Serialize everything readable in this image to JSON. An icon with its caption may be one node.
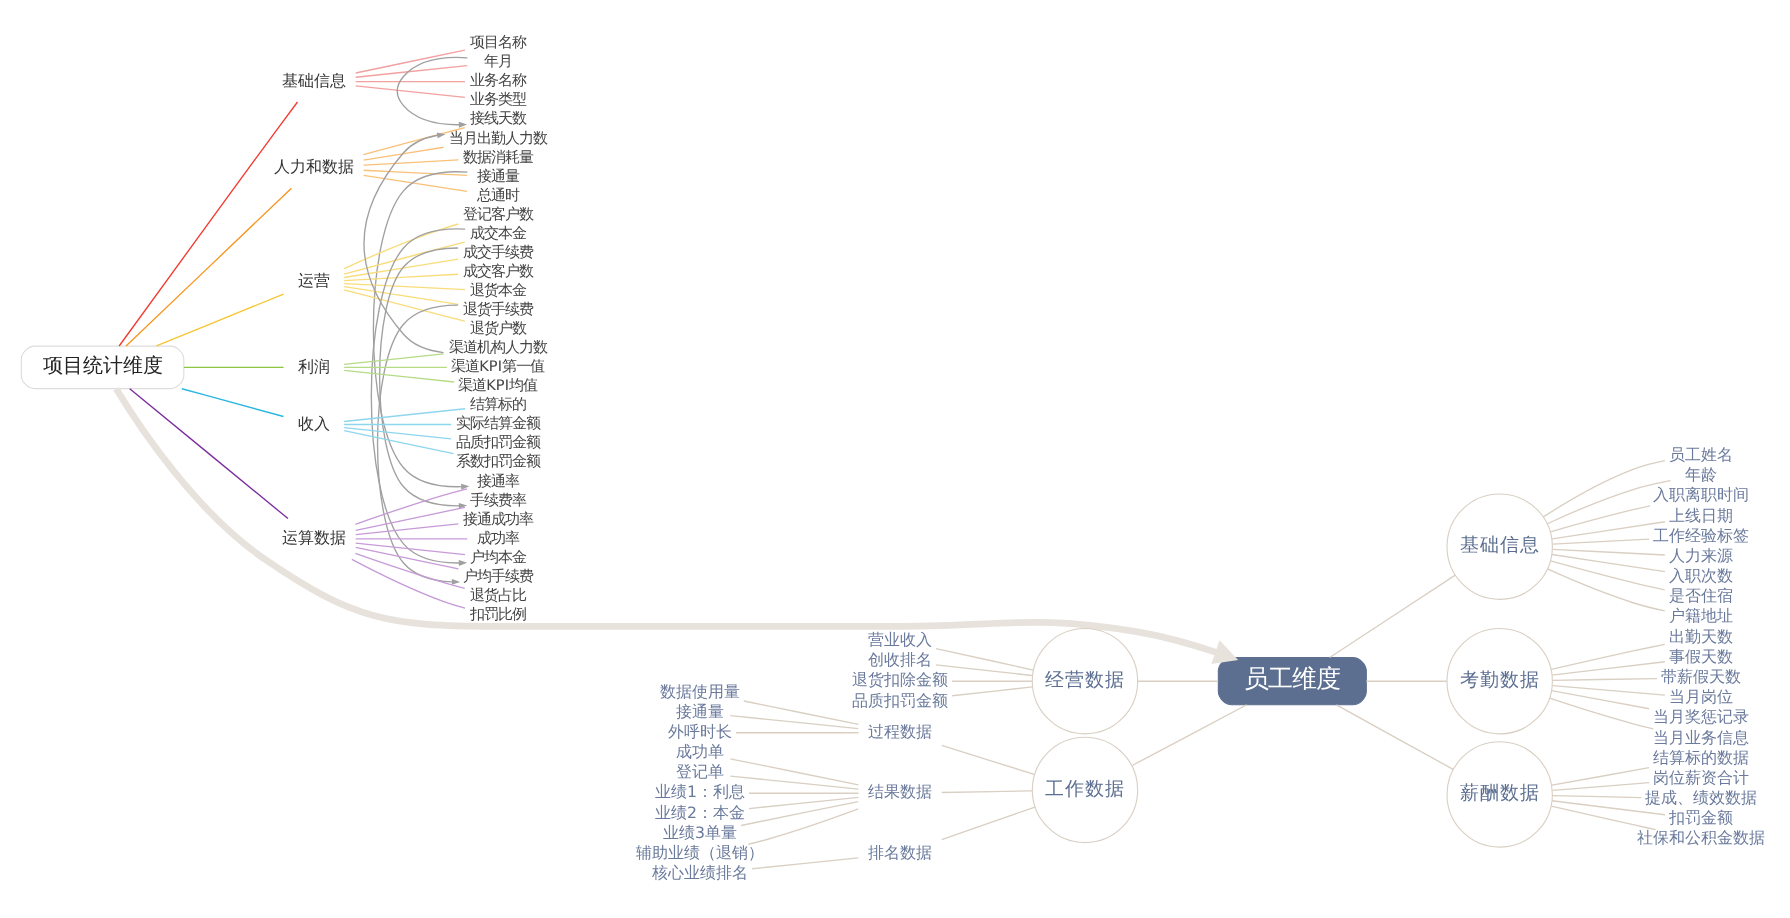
{
  "diagram": {
    "nodes": [
      {
        "text": [
          "项目统计维度"
        ]
      },
      {
        "text": [
          "基础信息"
        ]
      },
      {
        "text": [
          "项目名称"
        ]
      },
      {
        "text": [
          "年月"
        ]
      },
      {
        "text": [
          "业务名称"
        ]
      },
      {
        "text": [
          "业务类型"
        ]
      },
      {
        "text": [
          "人力和数据"
        ]
      },
      {
        "text": [
          "接线天数"
        ]
      },
      {
        "text": [
          "当月出勤人力数"
        ]
      },
      {
        "text": [
          "数据消耗量"
        ]
      },
      {
        "text": [
          "接通量"
        ]
      },
      {
        "text": [
          "总通时"
        ]
      },
      {
        "text": [
          "运营"
        ]
      },
      {
        "text": [
          "登记客户数"
        ]
      },
      {
        "text": [
          "成交本金"
        ]
      },
      {
        "text": [
          "成交手续费"
        ]
      },
      {
        "text": [
          "成交客户数"
        ]
      },
      {
        "text": [
          "退货本金"
        ]
      },
      {
        "text": [
          "退货手续费"
        ]
      },
      {
        "text": [
          "退货户数"
        ]
      },
      {
        "text": [
          "利润"
        ]
      },
      {
        "text": [
          "渠道机构人力数"
        ]
      },
      {
        "text": [
          "渠道KPI第一值"
        ]
      },
      {
        "text": [
          "渠道KPI均值"
        ]
      },
      {
        "text": [
          "收入"
        ]
      },
      {
        "text": [
          "结算标的"
        ]
      },
      {
        "text": [
          "实际结算金额"
        ]
      },
      {
        "text": [
          "品质扣罚金额"
        ]
      },
      {
        "text": [
          "系数扣罚金额"
        ]
      },
      {
        "text": [
          "运算数据"
        ]
      },
      {
        "text": [
          "接通率"
        ]
      },
      {
        "text": [
          "手续费率"
        ]
      },
      {
        "text": [
          "接通成功率"
        ]
      },
      {
        "text": [
          "成功率"
        ]
      },
      {
        "text": [
          "户均本金"
        ]
      },
      {
        "text": [
          "户均手续费"
        ]
      },
      {
        "text": [
          "退货占比"
        ]
      },
      {
        "text": [
          "扣罚比例"
        ]
      },
      {
        "text": [
          "员工维度"
        ]
      },
      {
        "text": [
          "经营数据"
        ]
      },
      {
        "text": [
          "营业收入"
        ]
      },
      {
        "text": [
          "创收排名"
        ]
      },
      {
        "text": [
          "退货扣除金额"
        ]
      },
      {
        "text": [
          "品质扣罚金额"
        ]
      },
      {
        "text": [
          "工作数据"
        ]
      },
      {
        "text": [
          "过程数据"
        ]
      },
      {
        "text": [
          "数据使用量"
        ]
      },
      {
        "text": [
          "接通量"
        ]
      },
      {
        "text": [
          "外呼时长"
        ]
      },
      {
        "text": [
          "结果数据"
        ]
      },
      {
        "text": [
          "成功单"
        ]
      },
      {
        "text": [
          "登记单"
        ]
      },
      {
        "text": [
          "业绩1：利息"
        ]
      },
      {
        "text": [
          "业绩2：本金"
        ]
      },
      {
        "text": [
          "业绩3单量"
        ]
      },
      {
        "text": [
          "辅助业绩（退销）"
        ]
      },
      {
        "text": [
          "排名数据"
        ]
      },
      {
        "text": [
          "核心业绩排名"
        ]
      },
      {
        "text": [
          "基础信息"
        ]
      },
      {
        "text": [
          "员工姓名"
        ]
      },
      {
        "text": [
          "年龄"
        ]
      },
      {
        "text": [
          "入职离职时间"
        ]
      },
      {
        "text": [
          "上线日期"
        ]
      },
      {
        "text": [
          "工作经验标签"
        ]
      },
      {
        "text": [
          "人力来源"
        ]
      },
      {
        "text": [
          "入职次数"
        ]
      },
      {
        "text": [
          "是否住宿"
        ]
      },
      {
        "text": [
          "户籍地址"
        ]
      },
      {
        "text": [
          "考勤数据"
        ]
      },
      {
        "text": [
          "出勤天数"
        ]
      },
      {
        "text": [
          "事假天数"
        ]
      },
      {
        "text": [
          "带薪假天数"
        ]
      },
      {
        "text": [
          "当月岗位"
        ]
      },
      {
        "text": [
          "当月奖惩记录"
        ]
      },
      {
        "text": [
          "当月业务信息"
        ]
      },
      {
        "text": [
          "薪酬数据"
        ]
      },
      {
        "text": [
          "结算标的数据"
        ]
      },
      {
        "text": [
          "岗位薪资合计"
        ]
      },
      {
        "text": [
          "提成、绩效数据"
        ]
      },
      {
        "text": [
          "扣罚金额"
        ]
      },
      {
        "text": [
          "社保和公积金数据"
        ]
      }
    ],
    "edges": [
      {
        "from": 0,
        "to": 1,
        "arrow": "none",
        "color": "#f03a2e"
      },
      {
        "from": 1,
        "to": 2,
        "arrow": "none",
        "color": "#f3a0a0"
      },
      {
        "from": 1,
        "to": 3,
        "arrow": "none",
        "color": "#f3a0a0"
      },
      {
        "from": 1,
        "to": 4,
        "arrow": "none",
        "color": "#f3a0a0"
      },
      {
        "from": 1,
        "to": 5,
        "arrow": "none",
        "color": "#f3a0a0"
      },
      {
        "from": 0,
        "to": 6,
        "arrow": "none",
        "color": "#f7941d"
      },
      {
        "from": 6,
        "to": 7,
        "arrow": "none",
        "color": "#f9c078"
      },
      {
        "from": 6,
        "to": 8,
        "arrow": "none",
        "color": "#f9c078"
      },
      {
        "from": 6,
        "to": 9,
        "arrow": "none",
        "color": "#f9c078"
      },
      {
        "from": 6,
        "to": 10,
        "arrow": "none",
        "color": "#f9c078"
      },
      {
        "from": 6,
        "to": 11,
        "arrow": "none",
        "color": "#f9c078"
      },
      {
        "from": 0,
        "to": 12,
        "arrow": "none",
        "color": "#f7c531"
      },
      {
        "from": 12,
        "to": 13,
        "arrow": "none",
        "color": "#f9dc7a"
      },
      {
        "from": 12,
        "to": 14,
        "arrow": "none",
        "color": "#f9dc7a"
      },
      {
        "from": 12,
        "to": 15,
        "arrow": "none",
        "color": "#f9dc7a"
      },
      {
        "from": 12,
        "to": 16,
        "arrow": "none",
        "color": "#f9dc7a"
      },
      {
        "from": 12,
        "to": 17,
        "arrow": "none",
        "color": "#f9dc7a"
      },
      {
        "from": 12,
        "to": 18,
        "arrow": "none",
        "color": "#f9dc7a"
      },
      {
        "from": 12,
        "to": 19,
        "arrow": "none",
        "color": "#f9dc7a"
      },
      {
        "from": 0,
        "to": 20,
        "arrow": "none",
        "color": "#8cc63f"
      },
      {
        "from": 20,
        "to": 21,
        "arrow": "none",
        "color": "#b5db85"
      },
      {
        "from": 20,
        "to": 22,
        "arrow": "none",
        "color": "#b5db85"
      },
      {
        "from": 20,
        "to": 23,
        "arrow": "none",
        "color": "#b5db85"
      },
      {
        "from": 0,
        "to": 24,
        "arrow": "none",
        "color": "#29b6e0"
      },
      {
        "from": 24,
        "to": 25,
        "arrow": "none",
        "color": "#8dd6ee"
      },
      {
        "from": 24,
        "to": 26,
        "arrow": "none",
        "color": "#8dd6ee"
      },
      {
        "from": 24,
        "to": 27,
        "arrow": "none",
        "color": "#8dd6ee"
      },
      {
        "from": 24,
        "to": 28,
        "arrow": "none",
        "color": "#8dd6ee"
      },
      {
        "from": 0,
        "to": 29,
        "arrow": "none",
        "color": "#7b2f9e"
      },
      {
        "from": 29,
        "to": 30,
        "arrow": "none",
        "color": "#c79ad8"
      },
      {
        "from": 29,
        "to": 31,
        "arrow": "none",
        "color": "#c79ad8"
      },
      {
        "from": 29,
        "to": 32,
        "arrow": "none",
        "color": "#c79ad8"
      },
      {
        "from": 29,
        "to": 33,
        "arrow": "none",
        "color": "#c79ad8"
      },
      {
        "from": 29,
        "to": 34,
        "arrow": "none",
        "color": "#c79ad8"
      },
      {
        "from": 29,
        "to": 35,
        "arrow": "none",
        "color": "#c79ad8"
      },
      {
        "from": 29,
        "to": 36,
        "arrow": "none",
        "color": "#c79ad8"
      },
      {
        "from": 29,
        "to": 37,
        "arrow": "none",
        "color": "#c79ad8"
      },
      {
        "from": 3,
        "to": 7,
        "arrow": "to",
        "color": "#a0a0a0"
      },
      {
        "from": 21,
        "to": 8,
        "arrow": "to",
        "color": "#a0a0a0"
      },
      {
        "from": 10,
        "to": 30,
        "arrow": "to",
        "color": "#a0a0a0"
      },
      {
        "from": 15,
        "to": 31,
        "arrow": "to",
        "color": "#a0a0a0"
      },
      {
        "from": 14,
        "to": 34,
        "arrow": "to",
        "color": "#a0a0a0"
      },
      {
        "from": 18,
        "to": 35,
        "arrow": "to",
        "color": "#a0a0a0"
      },
      {
        "from": 0,
        "to": 38,
        "arrow": "to",
        "style": "thick",
        "color": "#e8e2dc"
      },
      {
        "from": 38,
        "to": 39,
        "arrow": "none"
      },
      {
        "from": 39,
        "to": 40,
        "arrow": "none"
      },
      {
        "from": 39,
        "to": 41,
        "arrow": "none"
      },
      {
        "from": 39,
        "to": 42,
        "arrow": "none"
      },
      {
        "from": 39,
        "to": 43,
        "arrow": "none"
      },
      {
        "from": 38,
        "to": 44,
        "arrow": "none"
      },
      {
        "from": 44,
        "to": 45,
        "arrow": "none"
      },
      {
        "from": 45,
        "to": 46,
        "arrow": "none"
      },
      {
        "from": 45,
        "to": 47,
        "arrow": "none"
      },
      {
        "from": 45,
        "to": 48,
        "arrow": "none"
      },
      {
        "from": 44,
        "to": 49,
        "arrow": "none"
      },
      {
        "from": 49,
        "to": 50,
        "arrow": "none"
      },
      {
        "from": 49,
        "to": 51,
        "arrow": "none"
      },
      {
        "from": 49,
        "to": 52,
        "arrow": "none"
      },
      {
        "from": 49,
        "to": 53,
        "arrow": "none"
      },
      {
        "from": 49,
        "to": 54,
        "arrow": "none"
      },
      {
        "from": 49,
        "to": 55,
        "arrow": "none"
      },
      {
        "from": 44,
        "to": 56,
        "arrow": "none"
      },
      {
        "from": 56,
        "to": 57,
        "arrow": "none"
      },
      {
        "from": 38,
        "to": 58,
        "arrow": "none"
      },
      {
        "from": 58,
        "to": 59,
        "arrow": "none"
      },
      {
        "from": 58,
        "to": 60,
        "arrow": "none"
      },
      {
        "from": 58,
        "to": 61,
        "arrow": "none"
      },
      {
        "from": 58,
        "to": 62,
        "arrow": "none"
      },
      {
        "from": 58,
        "to": 63,
        "arrow": "none"
      },
      {
        "from": 58,
        "to": 64,
        "arrow": "none"
      },
      {
        "from": 58,
        "to": 65,
        "arrow": "none"
      },
      {
        "from": 58,
        "to": 66,
        "arrow": "none"
      },
      {
        "from": 58,
        "to": 67,
        "arrow": "none"
      },
      {
        "from": 38,
        "to": 68,
        "arrow": "none"
      },
      {
        "from": 68,
        "to": 69,
        "arrow": "none"
      },
      {
        "from": 68,
        "to": 70,
        "arrow": "none"
      },
      {
        "from": 68,
        "to": 71,
        "arrow": "none"
      },
      {
        "from": 68,
        "to": 72,
        "arrow": "none"
      },
      {
        "from": 68,
        "to": 73,
        "arrow": "none"
      },
      {
        "from": 68,
        "to": 74,
        "arrow": "none"
      },
      {
        "from": 38,
        "to": 75,
        "arrow": "none"
      },
      {
        "from": 75,
        "to": 76,
        "arrow": "none"
      },
      {
        "from": 75,
        "to": 77,
        "arrow": "none"
      },
      {
        "from": 75,
        "to": 78,
        "arrow": "none"
      },
      {
        "from": 75,
        "to": 79,
        "arrow": "none"
      },
      {
        "from": 75,
        "to": 80,
        "arrow": "none"
      }
    ]
  }
}
